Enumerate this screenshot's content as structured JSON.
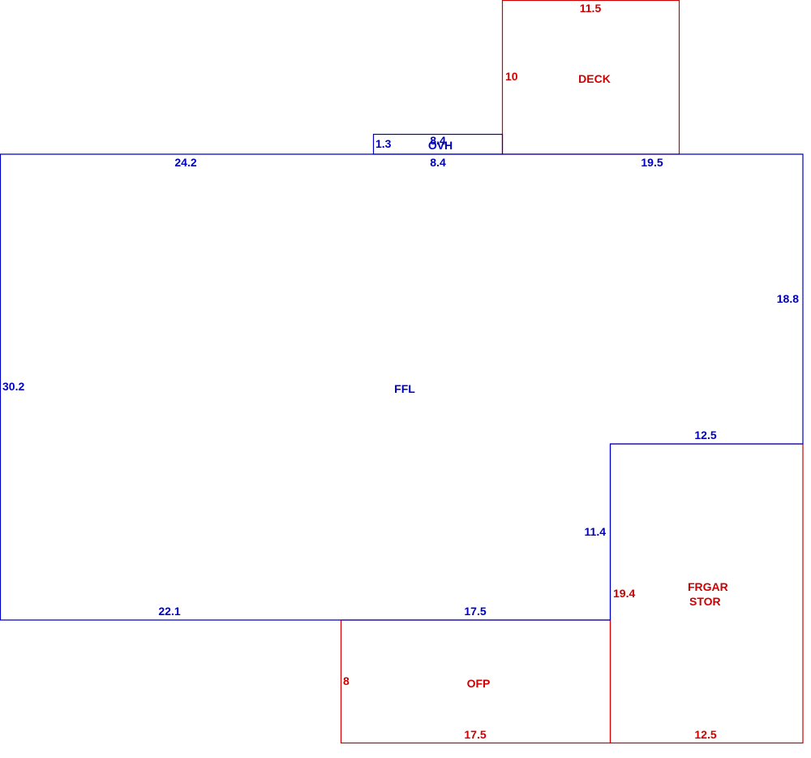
{
  "colors": {
    "living": "#0000c0",
    "exterior": "#d00000"
  },
  "areas": {
    "main": {
      "name": "FFL",
      "dims": {
        "top_left": "24.2",
        "top_mid": "8.4",
        "top_right": "19.5",
        "left": "30.2",
        "right": "18.8",
        "bottom_left": "22.1",
        "bottom_right": "17.5",
        "notch_top": "12.5",
        "notch_side": "11.4"
      }
    },
    "ovh": {
      "name": "OVH",
      "dims": {
        "side": "1.3",
        "top": "8.4"
      }
    },
    "deck": {
      "name": "DECK",
      "dims": {
        "top": "11.5",
        "side": "10"
      }
    },
    "ofp": {
      "name": "OFP",
      "dims": {
        "side": "8",
        "bottom": "17.5"
      }
    },
    "garage": {
      "name_line1": "FRGAR",
      "name_line2": "STOR",
      "dims": {
        "side": "19.4",
        "bottom": "12.5"
      }
    }
  }
}
